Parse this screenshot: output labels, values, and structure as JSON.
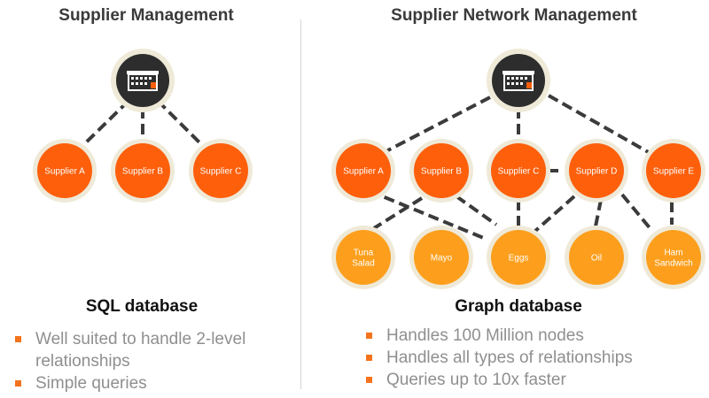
{
  "left": {
    "title": "Supplier Management",
    "db_label": "SQL database",
    "bullets": [
      "Well suited to handle 2-level relationships",
      "Simple queries"
    ],
    "suppliers": [
      "Supplier A",
      "Supplier B",
      "Supplier C"
    ]
  },
  "right": {
    "title": "Supplier Network Management",
    "db_label": "Graph database",
    "bullets": [
      "Handles 100 Million nodes",
      "Handles all types of relationships",
      "Queries up to 10x faster"
    ],
    "suppliers": [
      "Supplier A",
      "Supplier B",
      "Supplier C",
      "Supplier D",
      "Supplier E"
    ],
    "products": [
      "Tuna Salad",
      "Mayo",
      "Eggs",
      "Oil",
      "Ham Sandwich"
    ]
  },
  "colors": {
    "supplier": "#fe5f0b",
    "product": "#fd9f1d",
    "hub": "#2d2d2d",
    "ring": "#efe9d8",
    "connector": "#3b3b3b",
    "bullet": "#f4731c"
  },
  "icons": {
    "hub": "factory-icon"
  }
}
